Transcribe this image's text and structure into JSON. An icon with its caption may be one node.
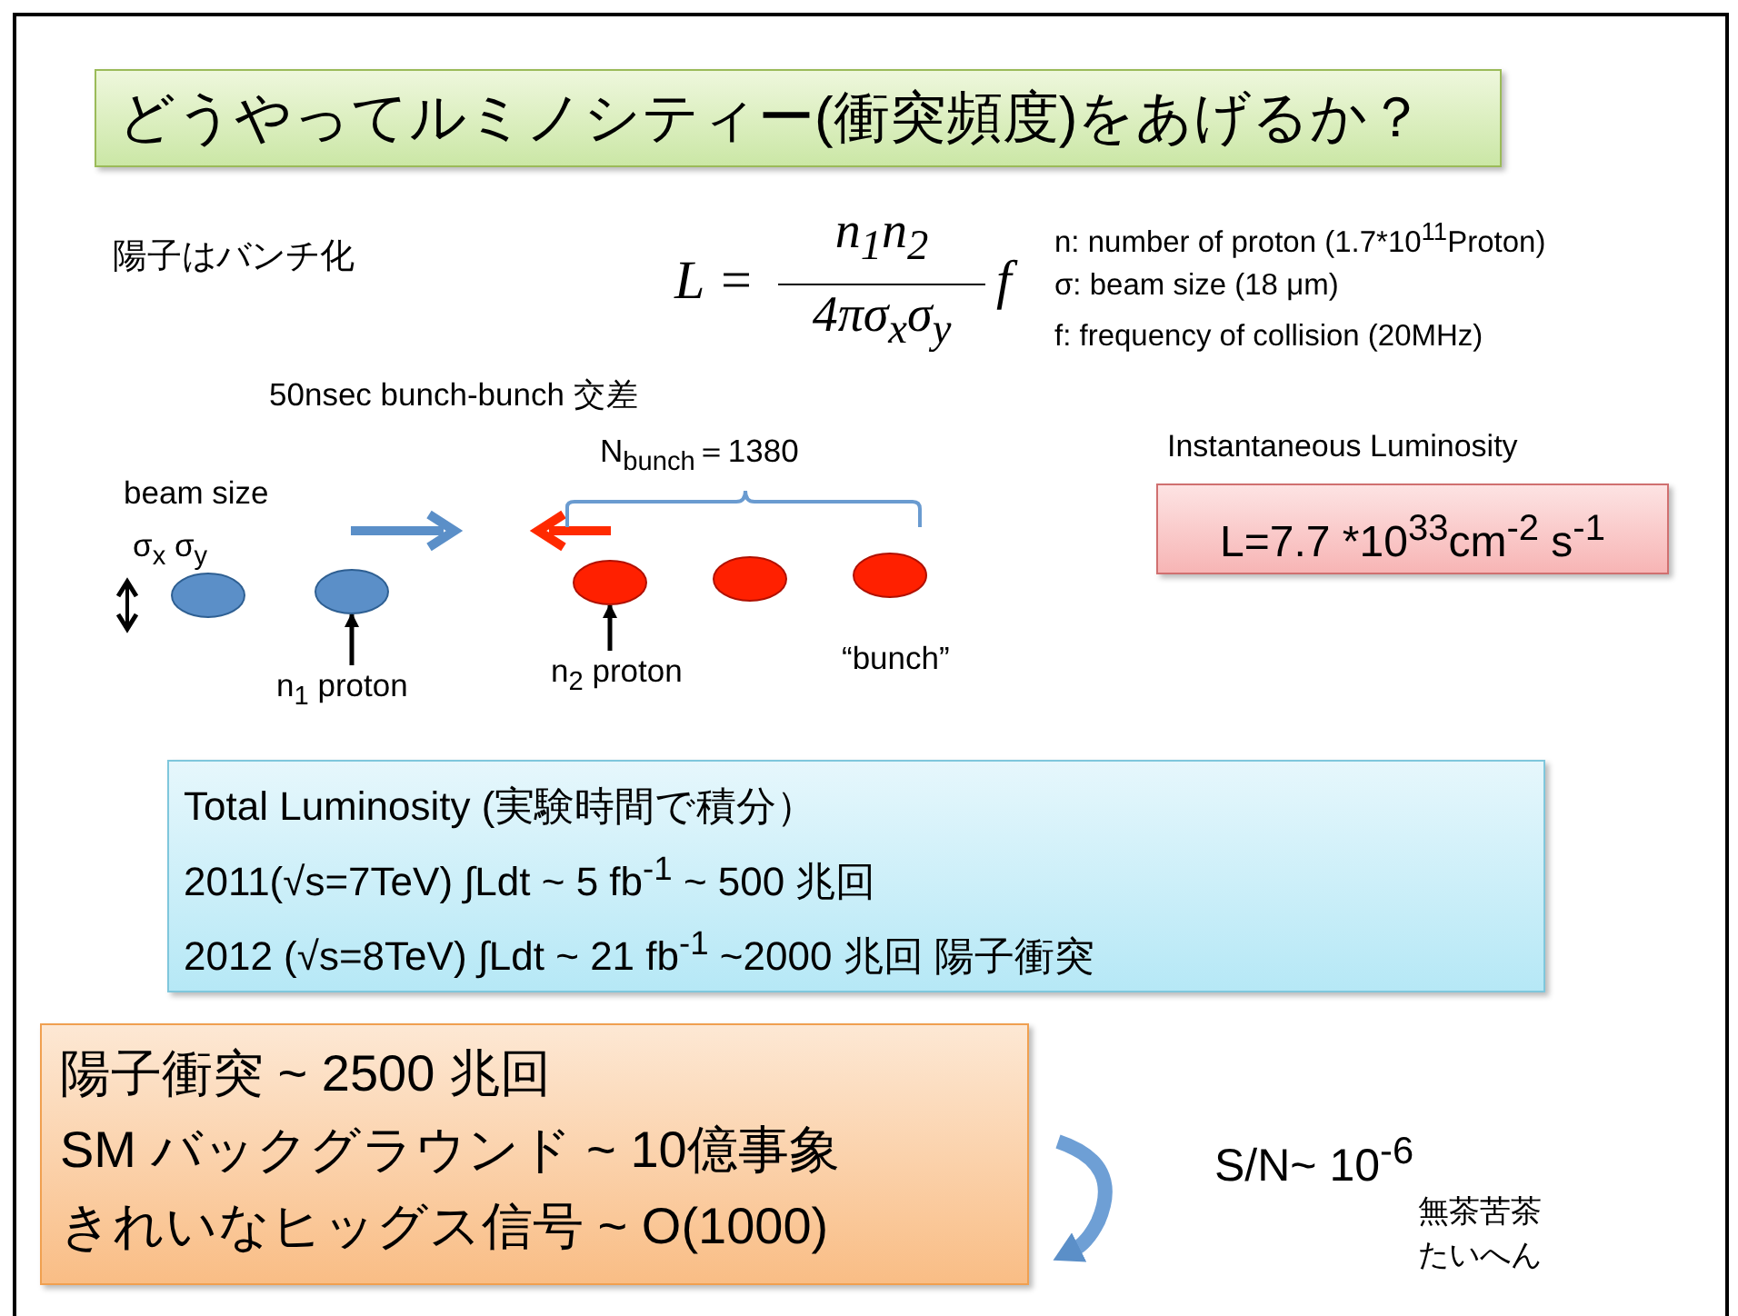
{
  "diagram": {
    "title": "どうやってルミノシティー(衝突頻度)をあげるか？",
    "nodes": [
      {
        "text": [
          "L=7.7 *10$^{33}$cm$^{-2}$ s$^{-1}$"
        ],
        "beside": [
          "Instantaneous Luminosity"
        ]
      },
      {
        "text": [
          "Total Luminosity (実験時間で積分）",
          "2011(√s=7TeV) ∫Ldt ~ 5 fb$^{-1}$ ~ 500 兆回",
          "2012 (√s=8TeV) ∫Ldt ~ 21 fb$^{-1}$ ~2000 兆回 陽子衝突"
        ]
      },
      {
        "text": [
          "陽子衝突 ~ 2500 兆回",
          "SM バックグラウンド ~ 10億事象",
          "きれいなヒッグス信号 ~ O(1000)"
        ]
      },
      {
        "text": [],
        "shape": "ellipse"
      },
      {
        "text": [],
        "shape": "ellipse"
      },
      {
        "text": [],
        "shape": "ellipse"
      },
      {
        "text": [],
        "shape": "ellipse"
      },
      {
        "text": [],
        "shape": "ellipse"
      },
      {
        "text": [
          "n$_{1}$ proton"
        ]
      },
      {
        "text": [
          "n$_{2}$ proton"
        ]
      }
    ],
    "edges": [
      {
        "from": 8,
        "to": 4,
        "arrow": "to"
      },
      {
        "from": 9,
        "to": 5,
        "arrow": "to"
      }
    ],
    "labels": [
      "陽子はバンチ化",
      "L =",
      "n$_{1}$n$_{2}$",
      "4πσ$_{x}$σ$_{y}$",
      "f",
      "n: number of proton (1.7*10$^{11}$Proton)",
      "σ: beam size (18 μm)",
      "f: frequency of collision (20MHz)",
      "50nsec bunch-bunch 交差",
      "N$_{bunch}$＝1380",
      "beam size",
      "σ$_{x}$ σ$_{y}$",
      "“bunch”",
      "S/N~ 10$^{-6}$",
      "無茶苦茶たいへん"
    ]
  }
}
